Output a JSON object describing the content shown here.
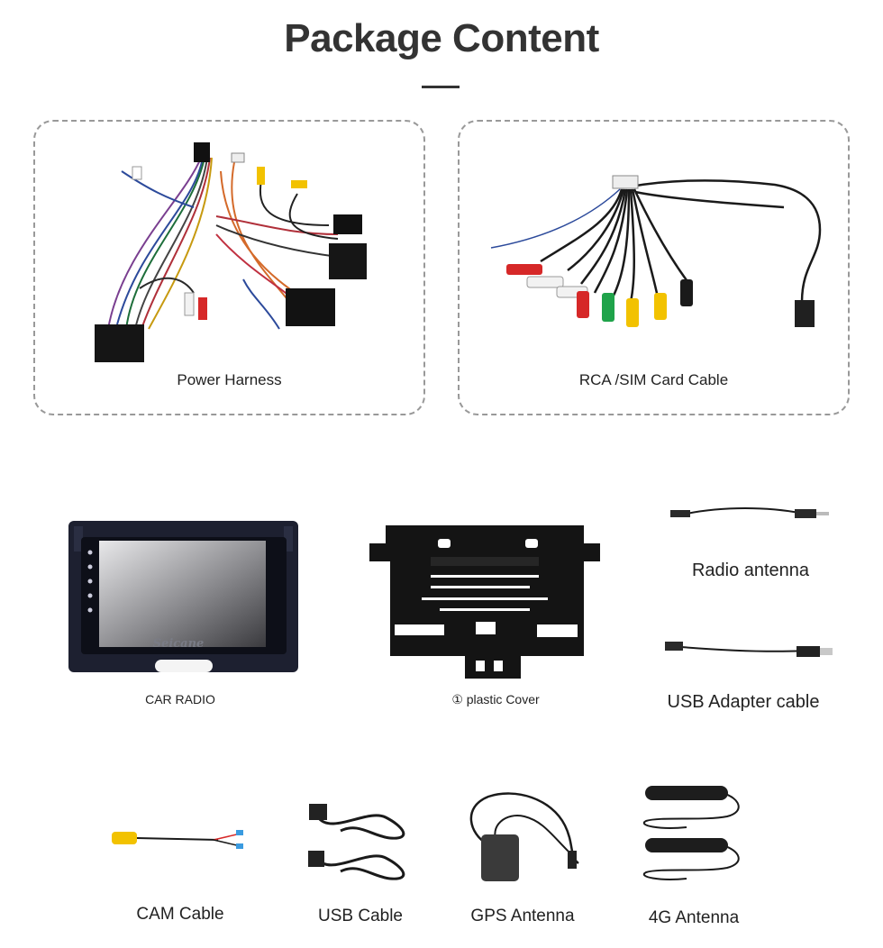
{
  "page": {
    "title": "Package Content"
  },
  "items": {
    "power_harness": "Power Harness",
    "rca_sim_cable": "RCA /SIM Card Cable",
    "car_radio": "CAR RADIO",
    "car_radio_brand": "Seicane",
    "plastic_cover": "① plastic Cover",
    "radio_antenna": "Radio antenna",
    "usb_adapter_cable": "USB Adapter cable",
    "cam_cable": "CAM Cable",
    "usb_cable": "USB Cable",
    "gps_antenna": "GPS Antenna",
    "antenna_4g": "4G Antenna"
  },
  "colors": {
    "title": "#333333",
    "dashed_border": "#999999",
    "rca_red": "#d62828",
    "rca_white": "#f2f2f2",
    "rca_yellow": "#f2c200",
    "rca_green": "#1fa34a",
    "radio_frame": "#1d2030"
  }
}
